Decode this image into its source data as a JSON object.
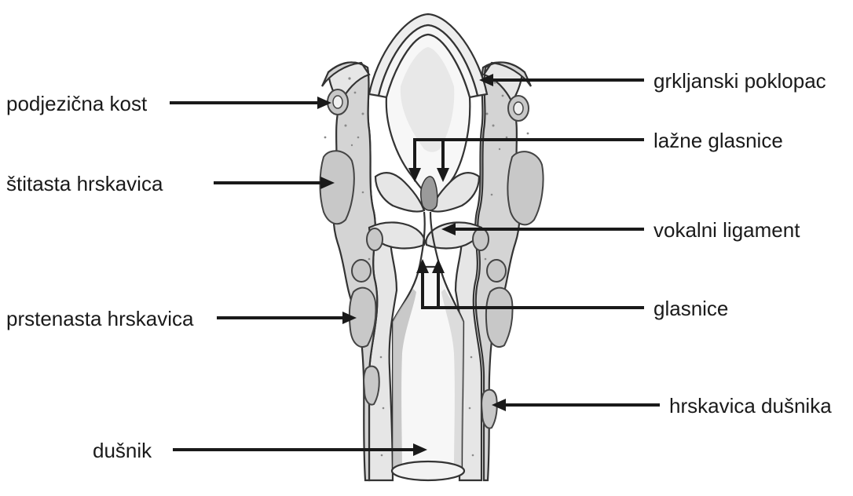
{
  "figure": {
    "labels_left": [
      {
        "id": "hyoid",
        "text": "podjezična kost"
      },
      {
        "id": "thyroid",
        "text": "štitasta hrskavica"
      },
      {
        "id": "cricoid",
        "text": "prstenasta hrskavica"
      },
      {
        "id": "trachea",
        "text": "dušnik"
      }
    ],
    "labels_right": [
      {
        "id": "epiglottis",
        "text": "grkljanski poklopac"
      },
      {
        "id": "false_cords",
        "text": "lažne glasnice"
      },
      {
        "id": "vocal_ligament",
        "text": "vokalni ligament"
      },
      {
        "id": "vocal_cords",
        "text": "glasnice"
      },
      {
        "id": "tracheal_cartilage",
        "text": "hrskavica dušnika"
      }
    ]
  }
}
